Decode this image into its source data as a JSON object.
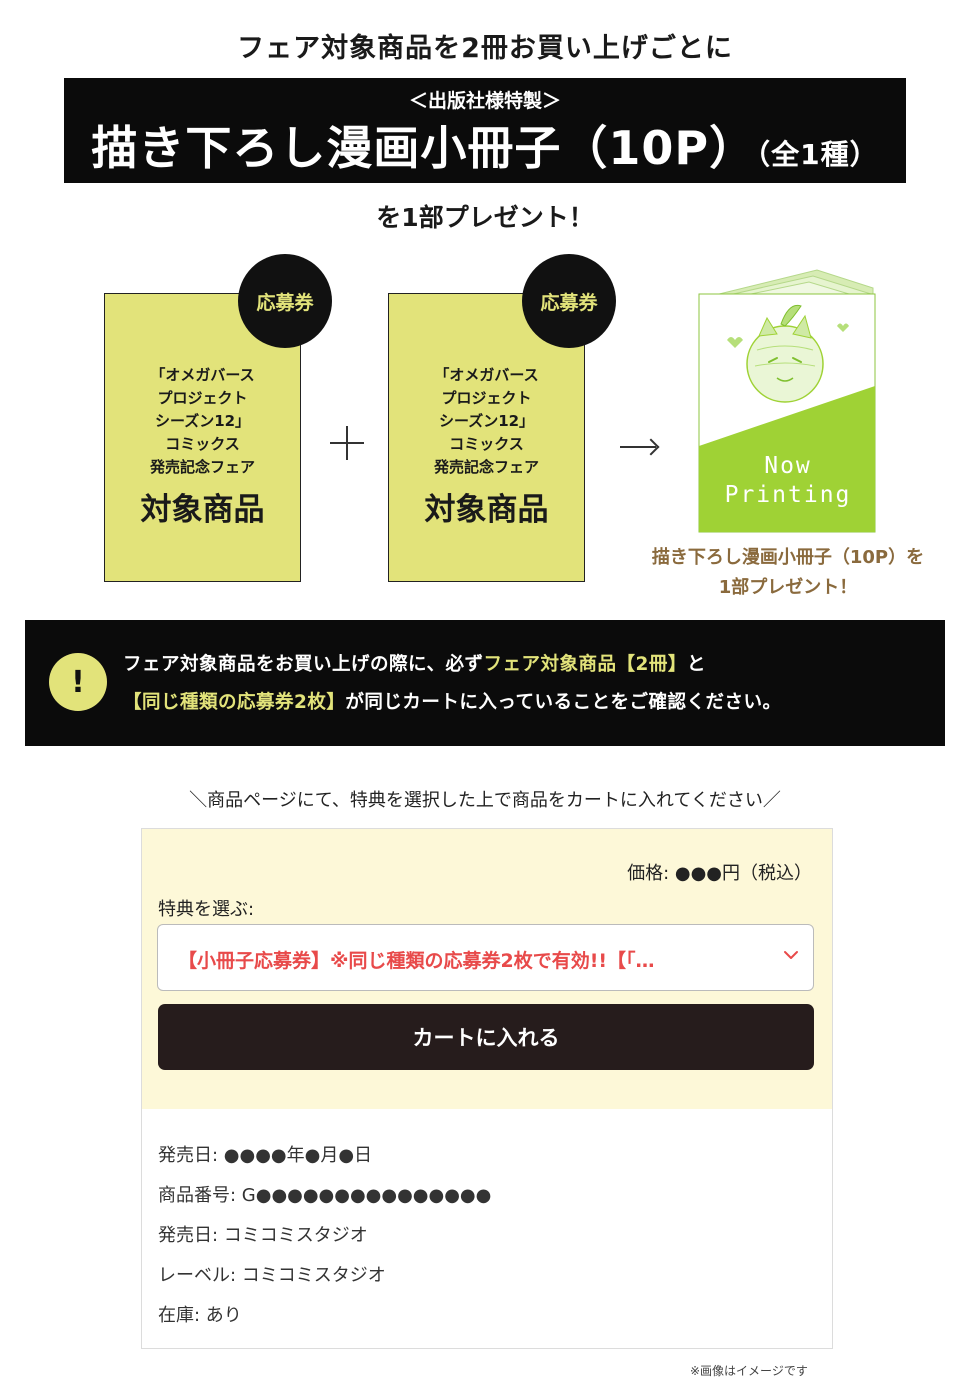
{
  "headline": "フェア対象商品を2冊お買い上げごとに",
  "banner": {
    "sub": "＜出版社様特製＞",
    "main": "描き下ろし漫画小冊子（10P）",
    "suffix": "（全1種）"
  },
  "present": "を1部プレゼント！",
  "coupons": [
    {
      "badge": "応募券",
      "lines": [
        "「オメガバース",
        "プロジェクト",
        "シーズン12」",
        "コミックス",
        "発売記念フェア"
      ],
      "big": "対象商品"
    },
    {
      "badge": "応募券",
      "lines": [
        "「オメガバース",
        "プロジェクト",
        "シーズン12」",
        "コミックス",
        "発売記念フェア"
      ],
      "big": "対象商品"
    }
  ],
  "booklet": {
    "cover_text_1": "Now",
    "cover_text_2": "Printing",
    "caption_1": "描き下ろし漫画小冊子（10P）を",
    "caption_2": "1部プレゼント！"
  },
  "notice": {
    "icon": "!",
    "line1_a": "フェア対象商品をお買い上げの際に、必ず",
    "line1_b": "フェア対象商品【2冊】",
    "line1_c": "と",
    "line2_a": "【同じ種類の応募券2枚】",
    "line2_b": "が同じカートに入っていることをご確認ください。"
  },
  "instruction": "＼商品ページにて、特典を選択した上で商品をカートに入れてください／",
  "product": {
    "price": "価格: ●●●円（税込）",
    "select_label": "特典を選ぶ:",
    "select_value": "【小冊子応募券】※同じ種類の応募券2枚で有効!!【「…",
    "cart_button": "カートに入れる",
    "info": [
      "発売日:  ●●●●年●月●日",
      "商品番号:  G●●●●●●●●●●●●●●●",
      "発売日:  コミコミスタジオ",
      "レーベル:  コミコミスタジオ",
      "在庫:  あり"
    ]
  },
  "footnote": "※画像はイメージです",
  "colors": {
    "accent_yellow": "#e2e37a",
    "booklet_green": "#9fd235",
    "caption_brown": "#8a6a3d",
    "select_red": "#e84a4a",
    "button_dark": "#261c1c",
    "panel_bg": "#fdf8d8"
  },
  "icons": [
    "exclamation-icon",
    "plus-icon",
    "arrow-right-icon",
    "chevron-down-icon"
  ]
}
